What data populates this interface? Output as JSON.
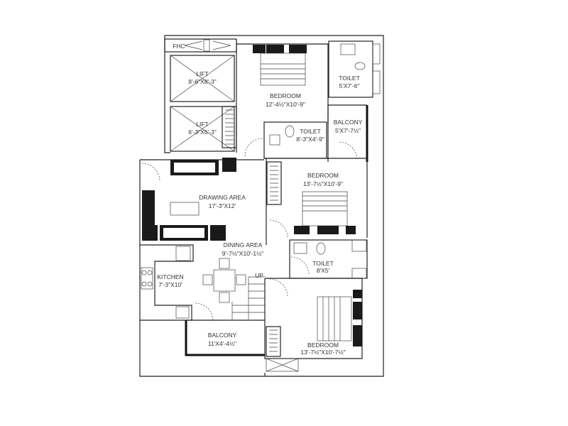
{
  "plan": {
    "fhc": "FHC",
    "up": "UP",
    "rooms": {
      "lift1": {
        "name": "LIFT",
        "size": "8'-6\"X8'-3\""
      },
      "lift2": {
        "name": "LIFT",
        "size": "6'-3\"X6'-3\""
      },
      "bedroom1": {
        "name": "BEDROOM",
        "size": "12'-4½\"X10'-9\""
      },
      "toilet1": {
        "name": "TOILET",
        "size": "5'X7'-6\""
      },
      "balcony1": {
        "name": "BALCONY",
        "size": "5'X7'-7½\""
      },
      "toilet2": {
        "name": "TOILET",
        "size": "8'-3\"X4'-9\""
      },
      "bedroom2": {
        "name": "BEDROOM",
        "size": "13'-7½\"X10'-9\""
      },
      "drawing": {
        "name": "DRAWING AREA",
        "size": "17'-3\"X12'"
      },
      "dining": {
        "name": "DINING AREA",
        "size": "9'-7½\"X10'-1½\""
      },
      "kitchen": {
        "name": "KITCHEN",
        "size": "7'-3\"X10'"
      },
      "toilet3": {
        "name": "TOILET",
        "size": "8'X5'"
      },
      "balcony2": {
        "name": "BALCONY",
        "size": "11'X4'-4½\""
      },
      "bedroom3": {
        "name": "BEDROOM",
        "size": "13'-7½\"X10'-7½\""
      }
    }
  }
}
